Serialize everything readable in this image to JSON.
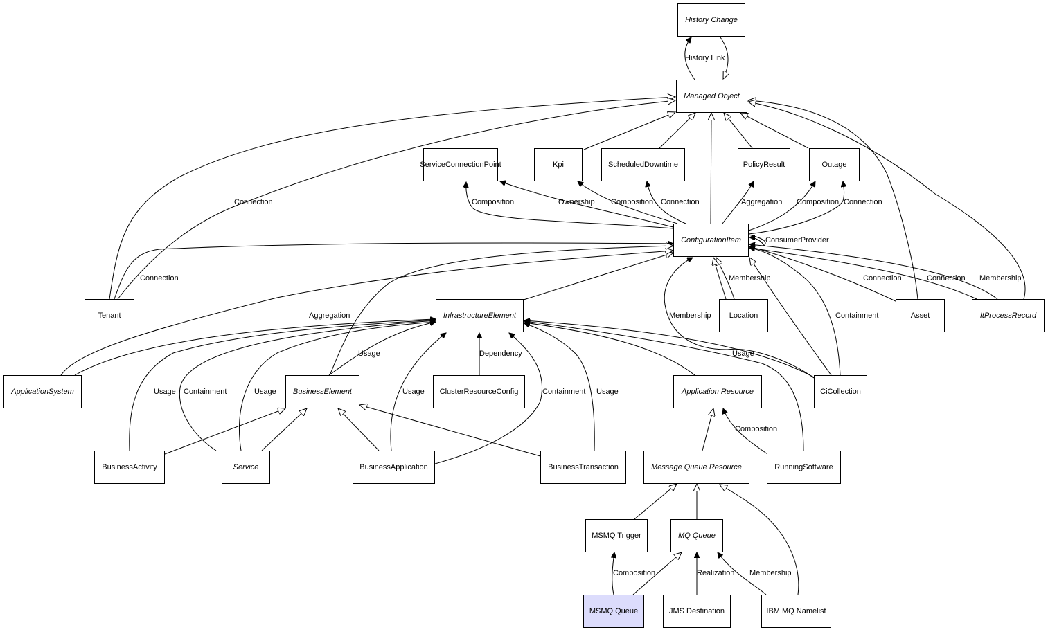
{
  "diagram": {
    "nodes": [
      {
        "id": "history-change",
        "label": "History Change",
        "abstract": true
      },
      {
        "id": "managed-object",
        "label": "Managed Object",
        "abstract": true
      },
      {
        "id": "service-connection-point",
        "label": "ServiceConnectionPoint"
      },
      {
        "id": "kpi",
        "label": "Kpi"
      },
      {
        "id": "scheduled-downtime",
        "label": "ScheduledDowntime"
      },
      {
        "id": "policy-result",
        "label": "PolicyResult"
      },
      {
        "id": "outage",
        "label": "Outage"
      },
      {
        "id": "configuration-item",
        "label": "ConfigurationItem",
        "abstract": true
      },
      {
        "id": "tenant",
        "label": "Tenant"
      },
      {
        "id": "infrastructure-element",
        "label": "InfrastructureElement",
        "abstract": true
      },
      {
        "id": "location",
        "label": "Location"
      },
      {
        "id": "asset",
        "label": "Asset"
      },
      {
        "id": "it-process-record",
        "label": "ItProcessRecord",
        "abstract": true
      },
      {
        "id": "application-system",
        "label": "ApplicationSystem",
        "abstract": true
      },
      {
        "id": "business-element",
        "label": "BusinessElement",
        "abstract": true
      },
      {
        "id": "cluster-resource-config",
        "label": "ClusterResourceConfig"
      },
      {
        "id": "application-resource",
        "label": "Application Resource",
        "abstract": true
      },
      {
        "id": "ci-collection",
        "label": "CiCollection"
      },
      {
        "id": "business-activity",
        "label": "BusinessActivity"
      },
      {
        "id": "service",
        "label": "Service",
        "abstract": true
      },
      {
        "id": "business-application",
        "label": "BusinessApplication"
      },
      {
        "id": "business-transaction",
        "label": "BusinessTransaction"
      },
      {
        "id": "message-queue-resource",
        "label": "Message Queue Resource",
        "abstract": true
      },
      {
        "id": "running-software",
        "label": "RunningSoftware"
      },
      {
        "id": "msmq-trigger",
        "label": "MSMQ Trigger"
      },
      {
        "id": "mq-queue",
        "label": "MQ Queue",
        "abstract": true
      },
      {
        "id": "msmq-queue",
        "label": "MSMQ Queue",
        "highlight": true
      },
      {
        "id": "jms-destination",
        "label": "JMS Destination"
      },
      {
        "id": "ibm-mq-namelist",
        "label": "IBM MQ Namelist"
      }
    ],
    "edge_labels": [
      "History Link",
      "Connection",
      "Composition",
      "Ownership",
      "Composition",
      "Connection",
      "Aggregation",
      "Composition",
      "Connection",
      "ConsumerProvider",
      "Connection",
      "Membership",
      "Connection",
      "Connection",
      "Membership",
      "Aggregation",
      "Membership",
      "Containment",
      "Usage",
      "Dependency",
      "Usage",
      "Usage",
      "Containment",
      "Usage",
      "Usage",
      "Containment",
      "Usage",
      "Composition",
      "Composition",
      "Realization",
      "Membership"
    ]
  }
}
